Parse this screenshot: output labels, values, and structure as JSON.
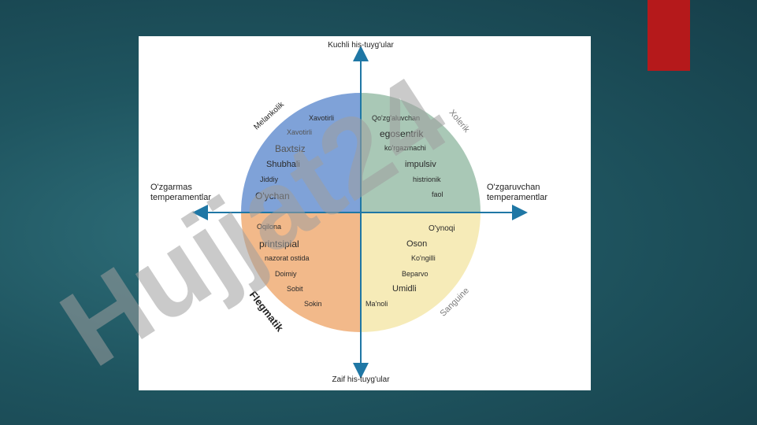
{
  "slide": {
    "accent_color": "#b5191b"
  },
  "diagram": {
    "axis_top": "Kuchli his-tuyg'ular",
    "axis_bottom": "Zaif his-tuyg'ular",
    "axis_left": [
      "O'zgarmas",
      "temperamentlar"
    ],
    "axis_right": [
      "O'zgaruvchan",
      "temperamentlar"
    ],
    "quadrants": {
      "melancholic": {
        "name": "Melankolik",
        "color": "#7fa2d8",
        "traits": [
          "Xavotirli",
          "Xavotirli",
          "Baxtsiz",
          "Shubhali",
          "Jiddiy",
          "O'ychan"
        ]
      },
      "choleric": {
        "name": "Xolerik",
        "color": "#a9c8b6",
        "traits": [
          "Qo'zg'aluvchan",
          "egosentrik",
          "ko'rgazmachi",
          "impulsiv",
          "histrionik",
          "faol"
        ]
      },
      "phlegmatic": {
        "name": "Flegmatik",
        "color": "#f2b98a",
        "traits": [
          "Oqilona",
          "printsipial",
          "nazorat ostida",
          "Doimiy",
          "Sobit",
          "Sokin"
        ]
      },
      "sanguine": {
        "name": "Sanguine",
        "color": "#f6ebb8",
        "traits": [
          "O'ynoqi",
          "Oson",
          "Ko'ngilli",
          "Beparvo",
          "Umidli",
          "Ma'noli"
        ]
      }
    }
  },
  "watermark": {
    "text": "Hujjat24",
    "color": "#9e9e9e"
  }
}
